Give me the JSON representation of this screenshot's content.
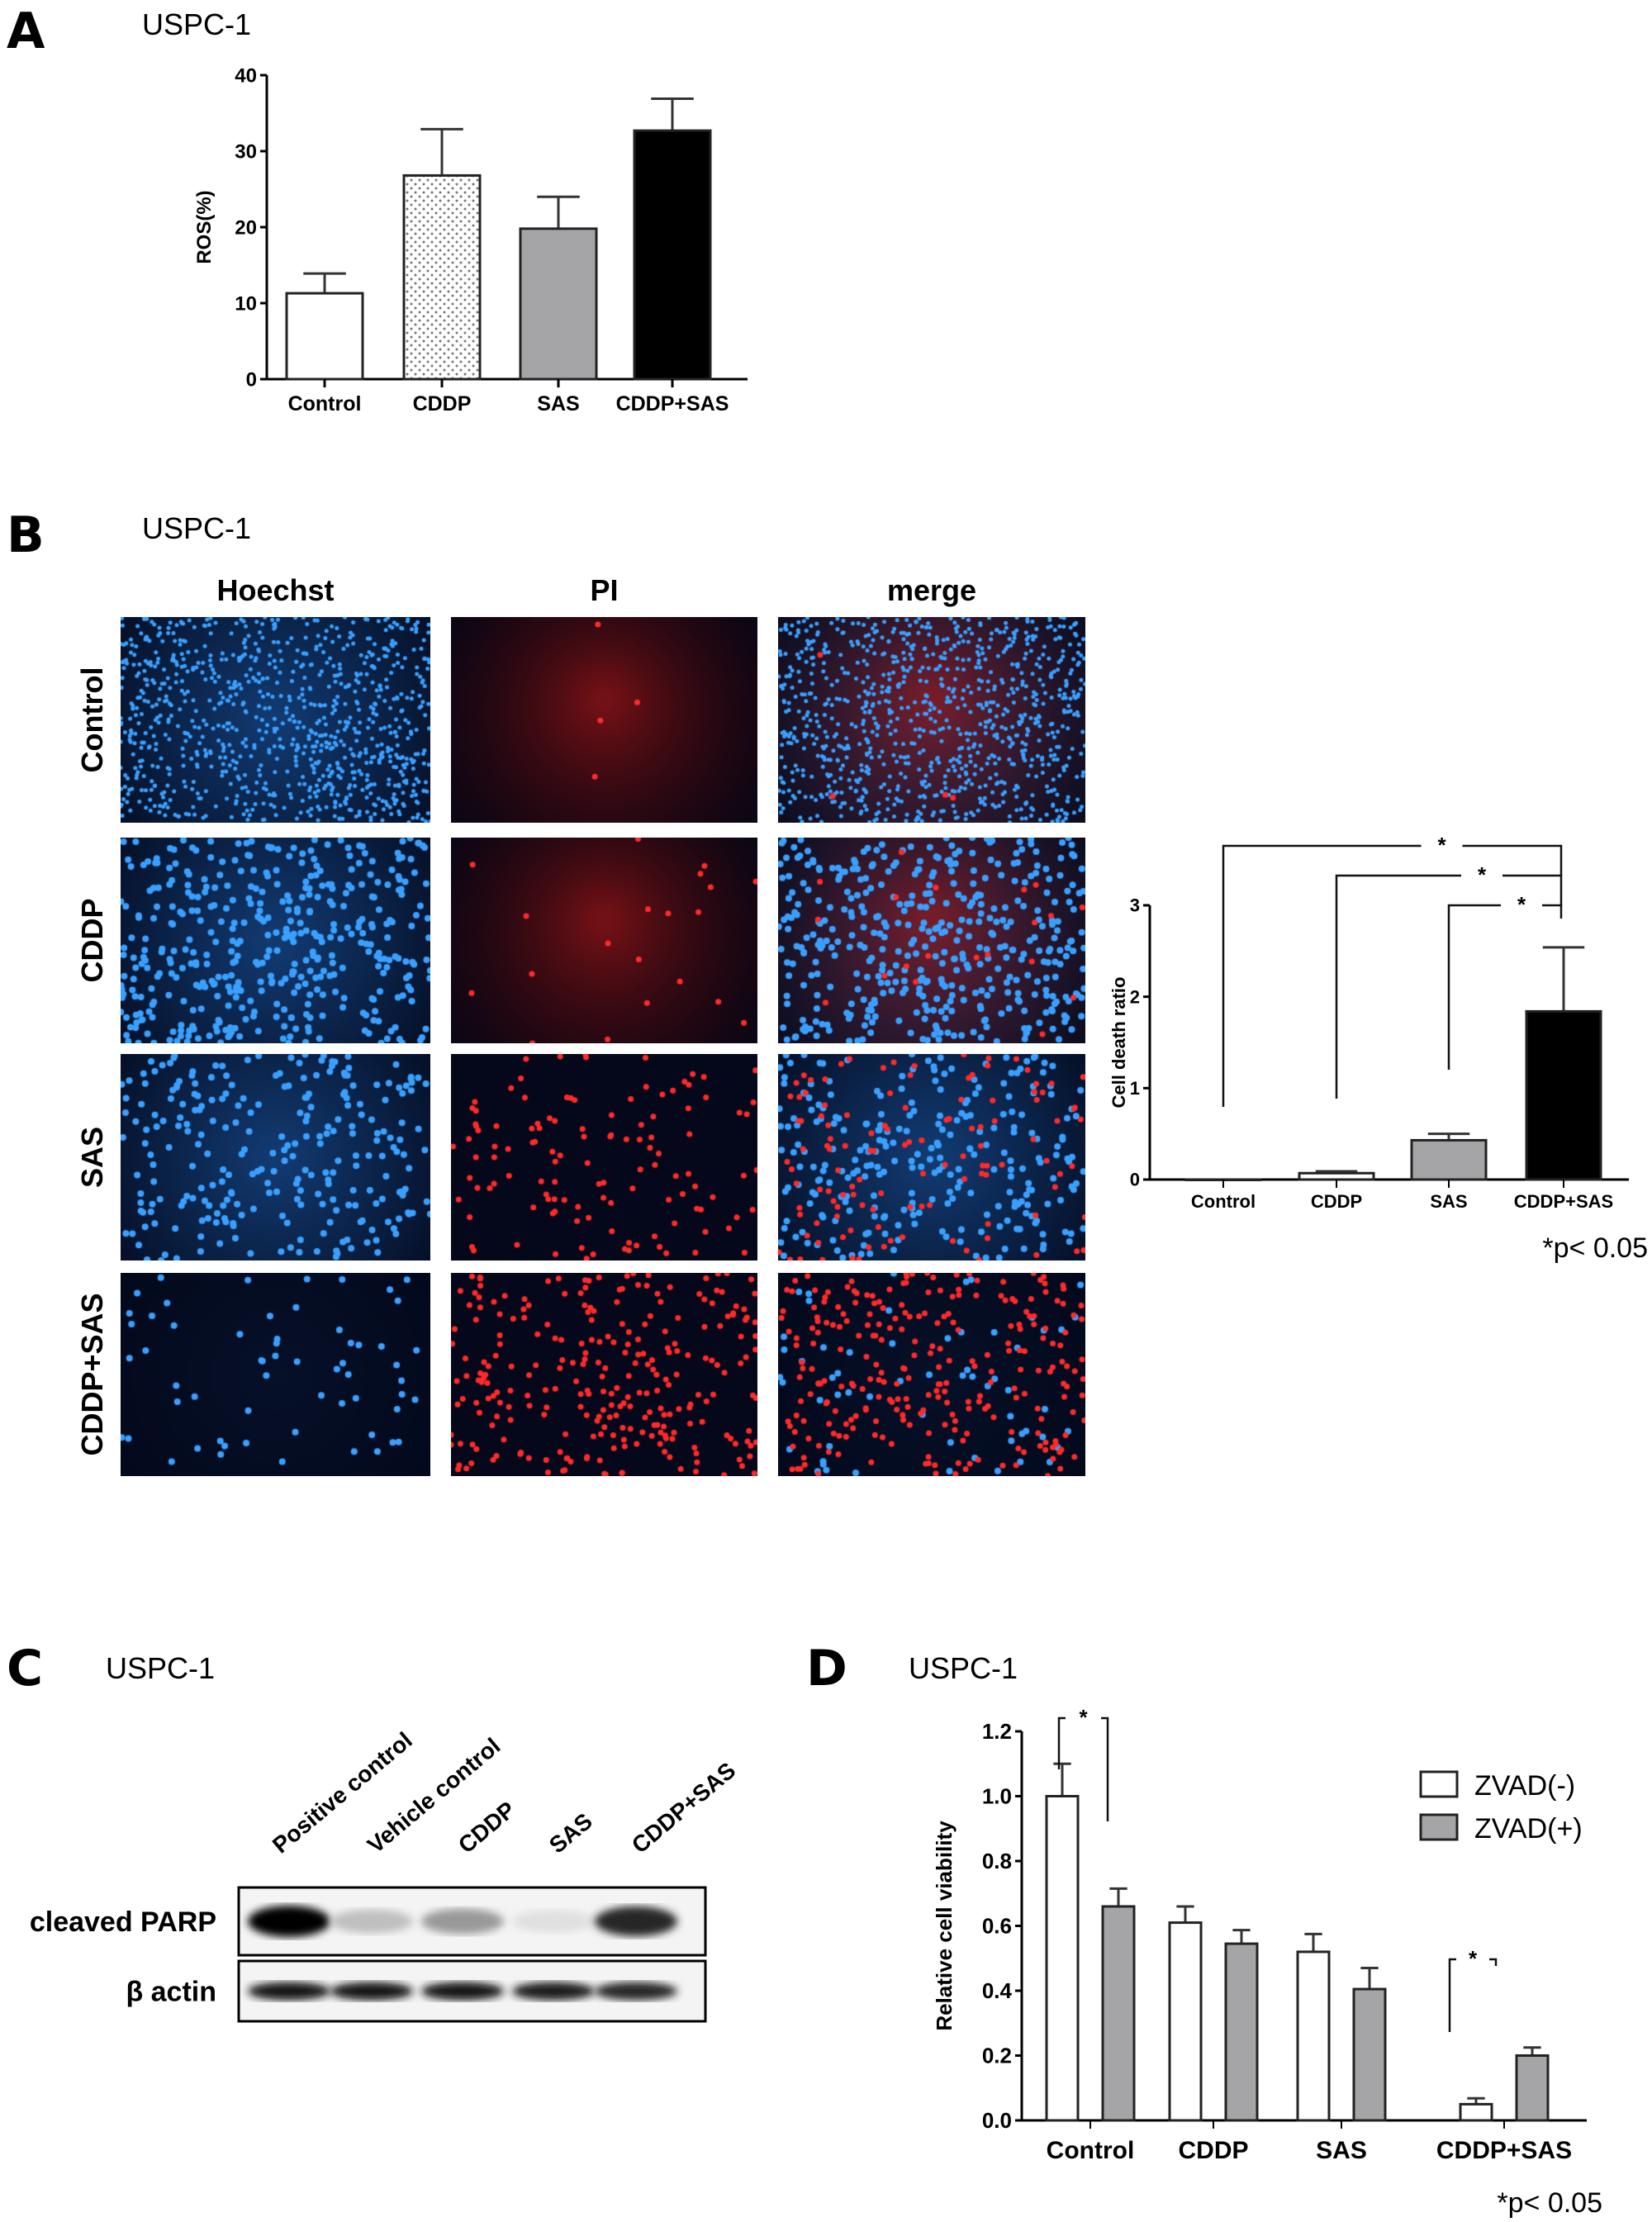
{
  "panels": {
    "A": {
      "letter": "A",
      "cell_line": "USPC-1"
    },
    "B": {
      "letter": "B",
      "cell_line": "USPC-1",
      "columns": [
        "Hoechst",
        "PI",
        "merge"
      ],
      "rows": [
        "Control",
        "CDDP",
        "SAS",
        "CDDP+SAS"
      ]
    },
    "C": {
      "letter": "C",
      "cell_line": "USPC-1",
      "lanes": [
        "Positive control",
        "Vehicle control",
        "CDDP",
        "SAS",
        "CDDP+SAS"
      ],
      "blots": [
        {
          "label": "cleaved PARP",
          "band_intensity": [
            1.0,
            0.25,
            0.4,
            0.12,
            0.85
          ]
        },
        {
          "label": "β actin",
          "band_intensity": [
            0.9,
            0.9,
            0.9,
            0.88,
            0.85
          ]
        }
      ]
    },
    "D": {
      "letter": "D",
      "cell_line": "USPC-1"
    }
  },
  "chart_data": [
    {
      "id": "A",
      "type": "bar",
      "categories": [
        "Control",
        "CDDP",
        "SAS",
        "CDDP+SAS"
      ],
      "values": [
        11.3,
        26.8,
        19.8,
        32.7
      ],
      "error_upper": [
        13.9,
        32.9,
        24.0,
        36.9
      ],
      "fills": [
        "#ffffff",
        "dotted",
        "#a5a5a8",
        "#000000"
      ],
      "xlabel": "",
      "ylabel": "ROS(%)",
      "ylim": [
        0,
        40
      ],
      "yticks": [
        "0",
        "10",
        "20",
        "30",
        "40"
      ],
      "grid": false
    },
    {
      "id": "B",
      "type": "bar",
      "categories": [
        "Control",
        "CDDP",
        "SAS",
        "CDDP+SAS"
      ],
      "values": [
        0.0,
        0.07,
        0.43,
        1.84
      ],
      "error_upper": [
        0.0,
        0.09,
        0.5,
        2.54
      ],
      "fills": [
        "#ffffff",
        "#ffffff",
        "#a5a5a8",
        "#000000"
      ],
      "xlabel": "",
      "ylabel": "Cell death ratio",
      "ylim": [
        0,
        3
      ],
      "yticks": [
        "0",
        "1",
        "2",
        "3"
      ],
      "grid": false,
      "significance": [
        {
          "from": "Control",
          "to": "CDDP+SAS",
          "label": "*"
        },
        {
          "from": "CDDP",
          "to": "CDDP+SAS",
          "label": "*"
        },
        {
          "from": "SAS",
          "to": "CDDP+SAS",
          "label": "*"
        }
      ],
      "note": "*p< 0.05"
    },
    {
      "id": "D",
      "type": "bar",
      "categories": [
        "Control",
        "CDDP",
        "SAS",
        "CDDP+SAS"
      ],
      "series": [
        {
          "name": "ZVAD(-)",
          "color": "#ffffff",
          "values": [
            1.0,
            0.61,
            0.52,
            0.05
          ],
          "error_upper": [
            1.1,
            0.66,
            0.575,
            0.068
          ]
        },
        {
          "name": "ZVAD(+)",
          "color": "#a5a5a8",
          "values": [
            0.66,
            0.545,
            0.405,
            0.2
          ],
          "error_upper": [
            0.715,
            0.587,
            0.47,
            0.225
          ]
        }
      ],
      "xlabel": "",
      "ylabel": "Relative cell viability",
      "ylim": [
        0,
        1.2
      ],
      "yticks": [
        "0.0",
        "0.2",
        "0.4",
        "0.6",
        "0.8",
        "1.0",
        "1.2"
      ],
      "grid": false,
      "legend": "top-right",
      "significance": [
        {
          "category": "Control",
          "label": "*"
        },
        {
          "category": "CDDP+SAS",
          "label": "*"
        }
      ],
      "note": "*p< 0.05"
    }
  ]
}
